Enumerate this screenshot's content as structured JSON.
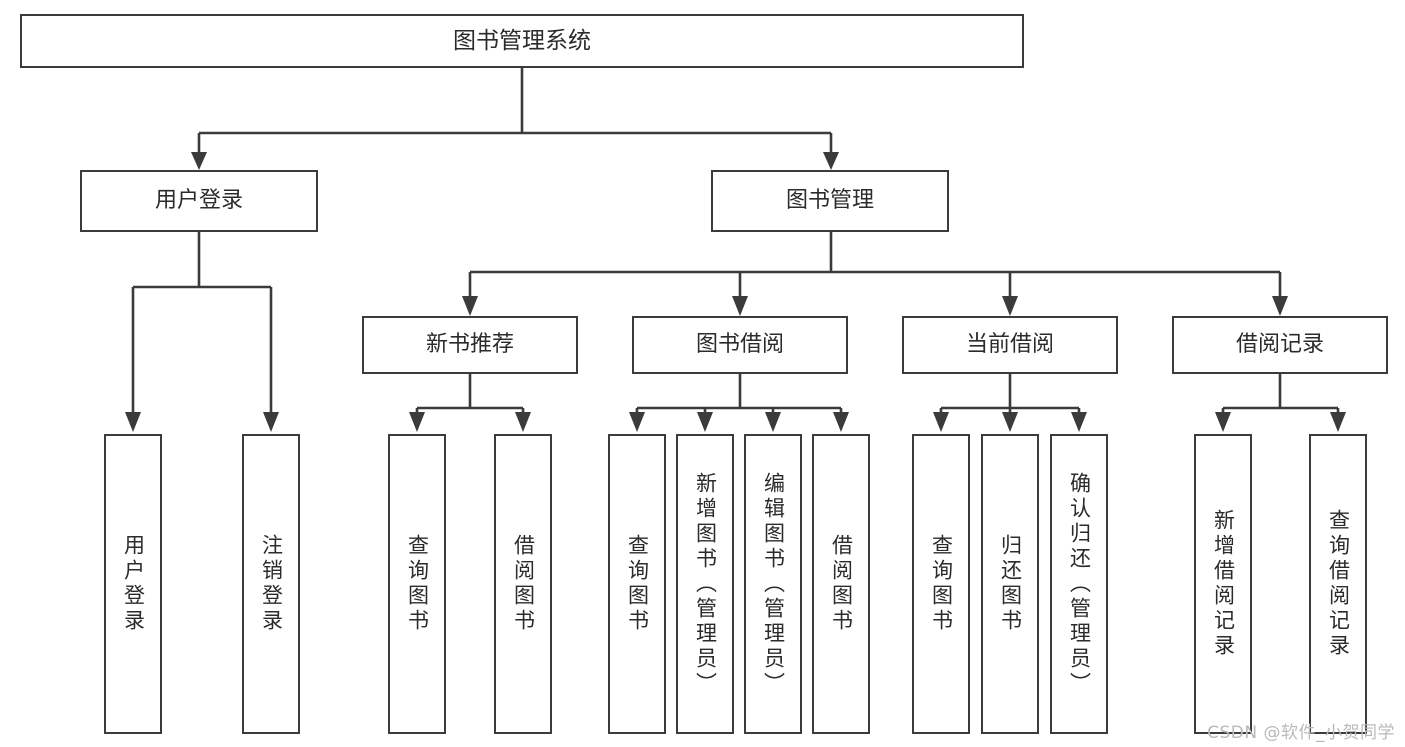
{
  "diagram": {
    "title": "图书管理系统",
    "type": "tree-hierarchy",
    "watermark": "CSDN @软件_小贺同学",
    "colors": {
      "stroke": "#3b3b3b",
      "box_fill": "#ffffff",
      "text": "#2b2b2b",
      "background": "#ffffff",
      "watermark": "#b9b9b9"
    }
  },
  "root": {
    "label": "图书管理系统"
  },
  "level2": [
    {
      "label": "用户登录"
    },
    {
      "label": "图书管理"
    }
  ],
  "level3": [
    {
      "label": "新书推荐"
    },
    {
      "label": "图书借阅"
    },
    {
      "label": "当前借阅"
    },
    {
      "label": "借阅记录"
    }
  ],
  "leaves": {
    "user_login": [
      {
        "label": "用户登录"
      },
      {
        "label": "注销登录"
      }
    ],
    "new_book_recommend": [
      {
        "label": "查询图书"
      },
      {
        "label": "借阅图书"
      }
    ],
    "book_borrow": [
      {
        "label": "查询图书"
      },
      {
        "label": "新增图书（管理员）"
      },
      {
        "label": "编辑图书（管理员）"
      },
      {
        "label": "借阅图书"
      }
    ],
    "current_borrow": [
      {
        "label": "查询图书"
      },
      {
        "label": "归还图书"
      },
      {
        "label": "确认归还（管理员）"
      }
    ],
    "borrow_record": [
      {
        "label": "新增借阅记录"
      },
      {
        "label": "查询借阅记录"
      }
    ]
  }
}
